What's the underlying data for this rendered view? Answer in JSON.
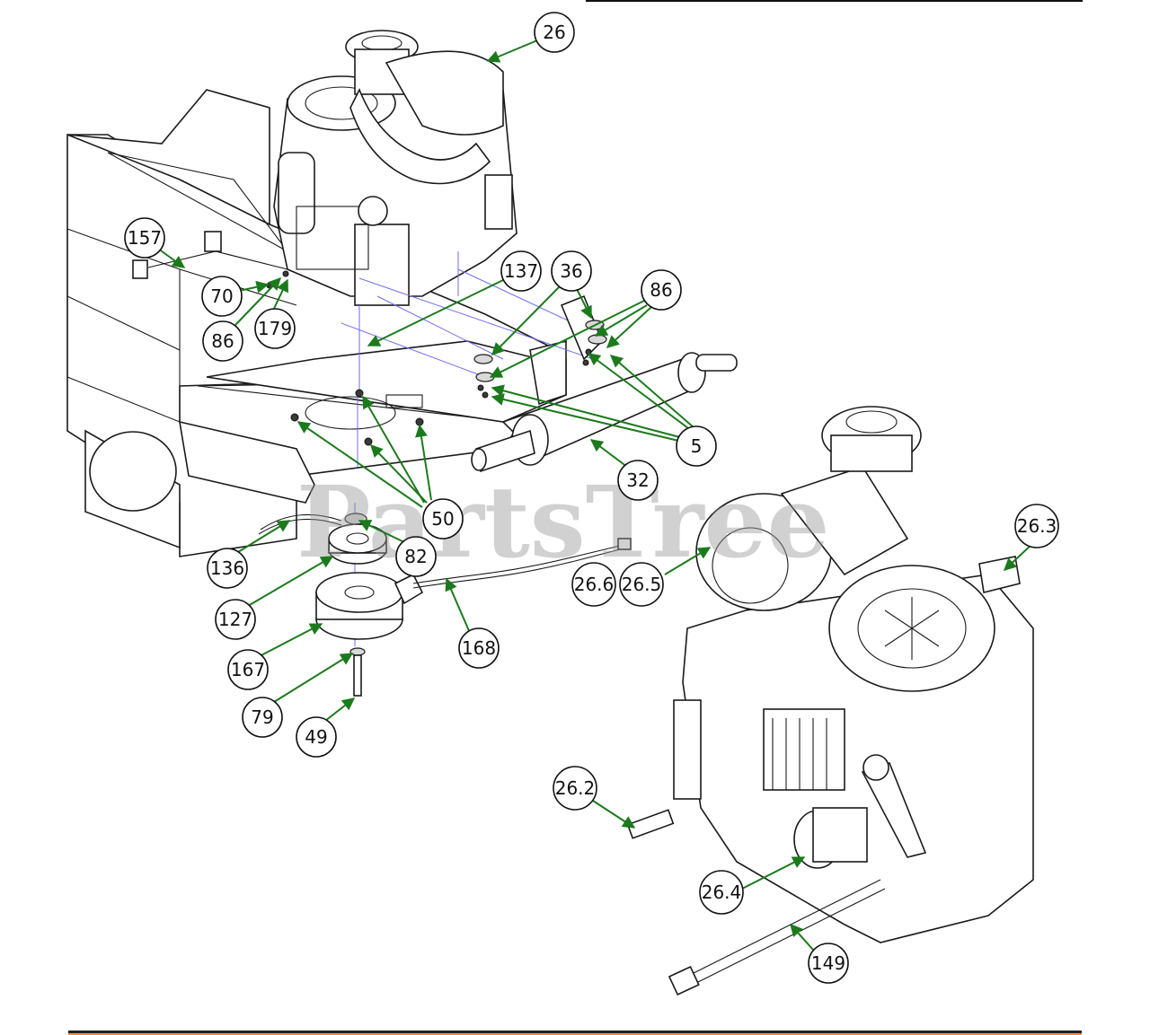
{
  "watermark": "PartsTree",
  "accent_colors": {
    "leader": "#1c7a1c",
    "footer": "#ef8a4a",
    "guide": "#6d6df0"
  },
  "callouts": [
    {
      "id": "c26",
      "label": "26"
    },
    {
      "id": "c157",
      "label": "157"
    },
    {
      "id": "c70",
      "label": "70"
    },
    {
      "id": "c86a",
      "label": "86"
    },
    {
      "id": "c179",
      "label": "179"
    },
    {
      "id": "c137",
      "label": "137"
    },
    {
      "id": "c36",
      "label": "36"
    },
    {
      "id": "c86b",
      "label": "86"
    },
    {
      "id": "c5",
      "label": "5"
    },
    {
      "id": "c32",
      "label": "32"
    },
    {
      "id": "c50",
      "label": "50"
    },
    {
      "id": "c82",
      "label": "82"
    },
    {
      "id": "c136",
      "label": "136"
    },
    {
      "id": "c127",
      "label": "127"
    },
    {
      "id": "c168",
      "label": "168"
    },
    {
      "id": "c167",
      "label": "167"
    },
    {
      "id": "c79",
      "label": "79"
    },
    {
      "id": "c49",
      "label": "49"
    },
    {
      "id": "c266",
      "label": "26.6"
    },
    {
      "id": "c265",
      "label": "26.5"
    },
    {
      "id": "c263",
      "label": "26.3"
    },
    {
      "id": "c262",
      "label": "26.2"
    },
    {
      "id": "c264",
      "label": "26.4"
    },
    {
      "id": "c149",
      "label": "149"
    }
  ]
}
